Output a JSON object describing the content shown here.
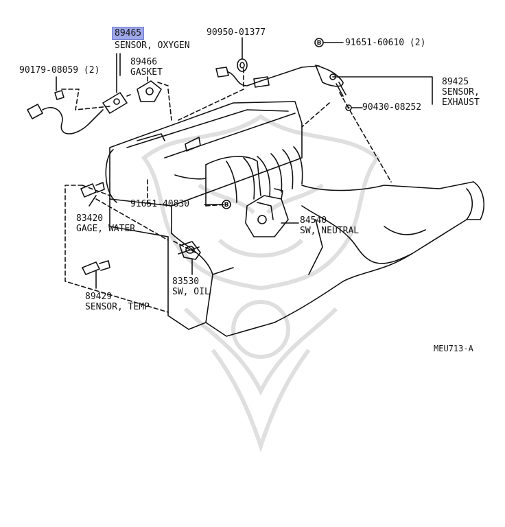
{
  "diagram_id": "MEU713-A",
  "highlight_color": "#9fa8e8",
  "parts": {
    "p89465": {
      "number": "89465",
      "name": "SENSOR, OXYGEN"
    },
    "p90179": {
      "number": "90179-08059 (2)"
    },
    "p89466": {
      "number": "89466",
      "name": "GASKET"
    },
    "p90950": {
      "number": "90950-01377"
    },
    "p91651a": {
      "number": "91651-60610 (2)"
    },
    "p89425": {
      "number": "89425",
      "name1": "SENSOR,",
      "name2": "EXHAUST"
    },
    "p90430": {
      "number": "90430-08252"
    },
    "p83420": {
      "number": "83420",
      "name": "GAGE, WATER"
    },
    "p91651b": {
      "number": "91651-40830"
    },
    "p84540": {
      "number": "84540",
      "name": "SW, NEUTRAL"
    },
    "p89429": {
      "number": "89429",
      "name": "SENSOR, TEMP"
    },
    "p83530": {
      "number": "83530",
      "name": "SW, OIL"
    }
  }
}
